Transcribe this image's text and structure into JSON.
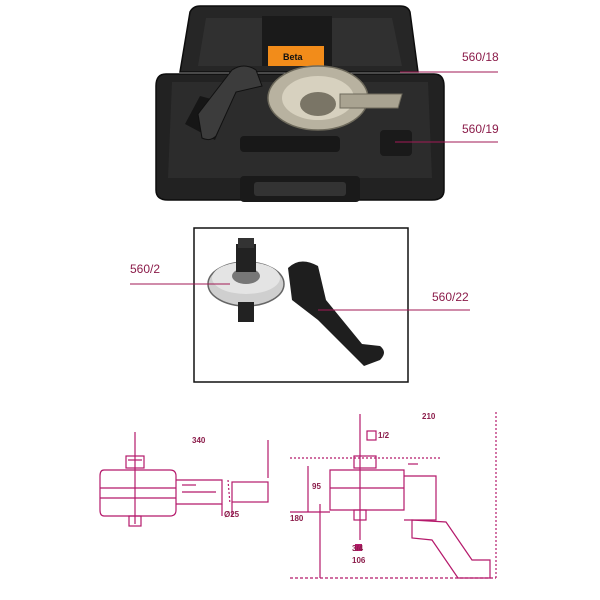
{
  "labels": {
    "case_insert": "560/18",
    "case_bottom": "560/19",
    "multiplier": "560/2",
    "reaction_arm": "560/22"
  },
  "case_badge": "Beta",
  "drawing_left": {
    "length": "340",
    "diameter": "Ø25"
  },
  "drawing_right": {
    "width": "210",
    "input_square": "1/2",
    "height": "95",
    "depth": "180",
    "output_square": "3/4",
    "base": "106"
  },
  "colors": {
    "label": "#8b1c4a",
    "leader": "#a21a55",
    "drawing": "#b5196b",
    "case": "#1d1d1d"
  }
}
